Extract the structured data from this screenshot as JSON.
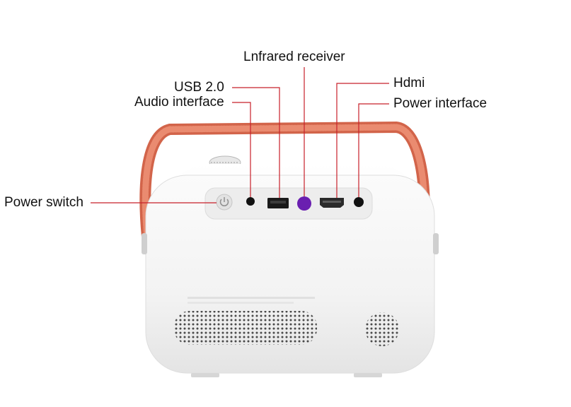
{
  "callouts": {
    "infrared_receiver": "Lnfrared receiver",
    "usb": "USB 2.0",
    "audio": "Audio interface",
    "hdmi": "Hdmi",
    "power_interface": "Power interface",
    "power_switch": "Power switch"
  },
  "colors": {
    "leader_line": "#c8202a",
    "body": "#f3f3f3",
    "strap": "#e07a5f",
    "ir_receiver": "#6a1fb0"
  },
  "icons": {
    "power_button": "power-icon"
  }
}
